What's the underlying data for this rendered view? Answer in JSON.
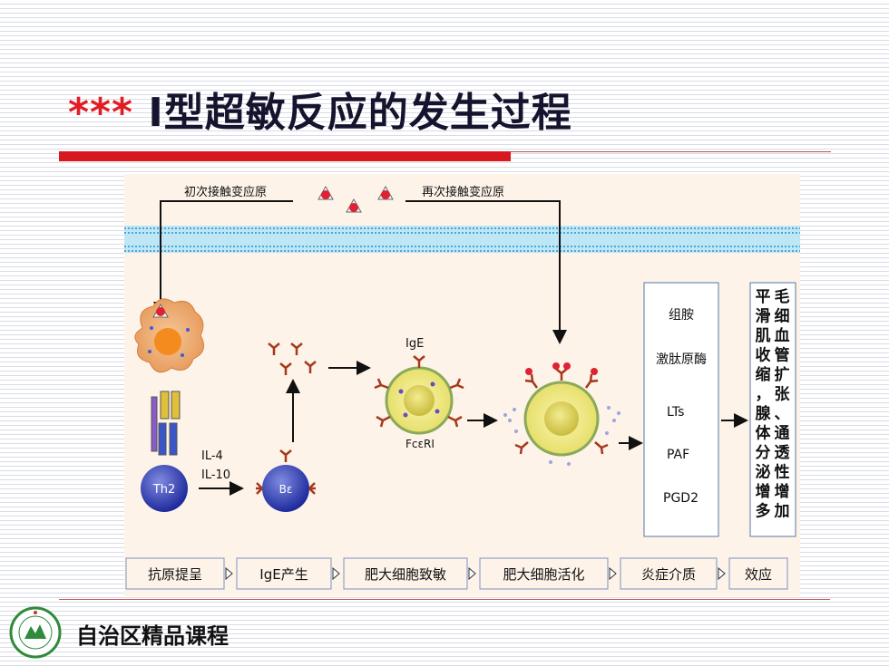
{
  "title": {
    "stars": "***",
    "text": "Ⅰ型超敏反应的发生过程"
  },
  "footer": "自治区精品课程",
  "diagram": {
    "first_contact": "初次接触变应原",
    "second_contact": "再次接触变应原",
    "cytokines": [
      "IL-4",
      "IL-10"
    ],
    "cells": {
      "th2": "Th2",
      "b": "Bε"
    },
    "ige": "IgE",
    "receptor": "FcεRⅠ",
    "mediators": [
      "组胺",
      "激肽原酶",
      "LTs",
      "PAF",
      "PGD2"
    ],
    "effects_col1": [
      "平",
      "滑",
      "肌",
      "收",
      "缩",
      "，",
      "腺",
      "体",
      "分",
      "泌",
      "增",
      "多"
    ],
    "effects_col2": [
      "毛",
      "细",
      "血",
      "管",
      "扩",
      "张",
      "、",
      "通",
      "透",
      "性",
      "增",
      "加"
    ],
    "stages": [
      "抗原提呈",
      "IgE产生",
      "肥大细胞致敏",
      "肥大细胞活化",
      "炎症介质",
      "效应"
    ]
  }
}
